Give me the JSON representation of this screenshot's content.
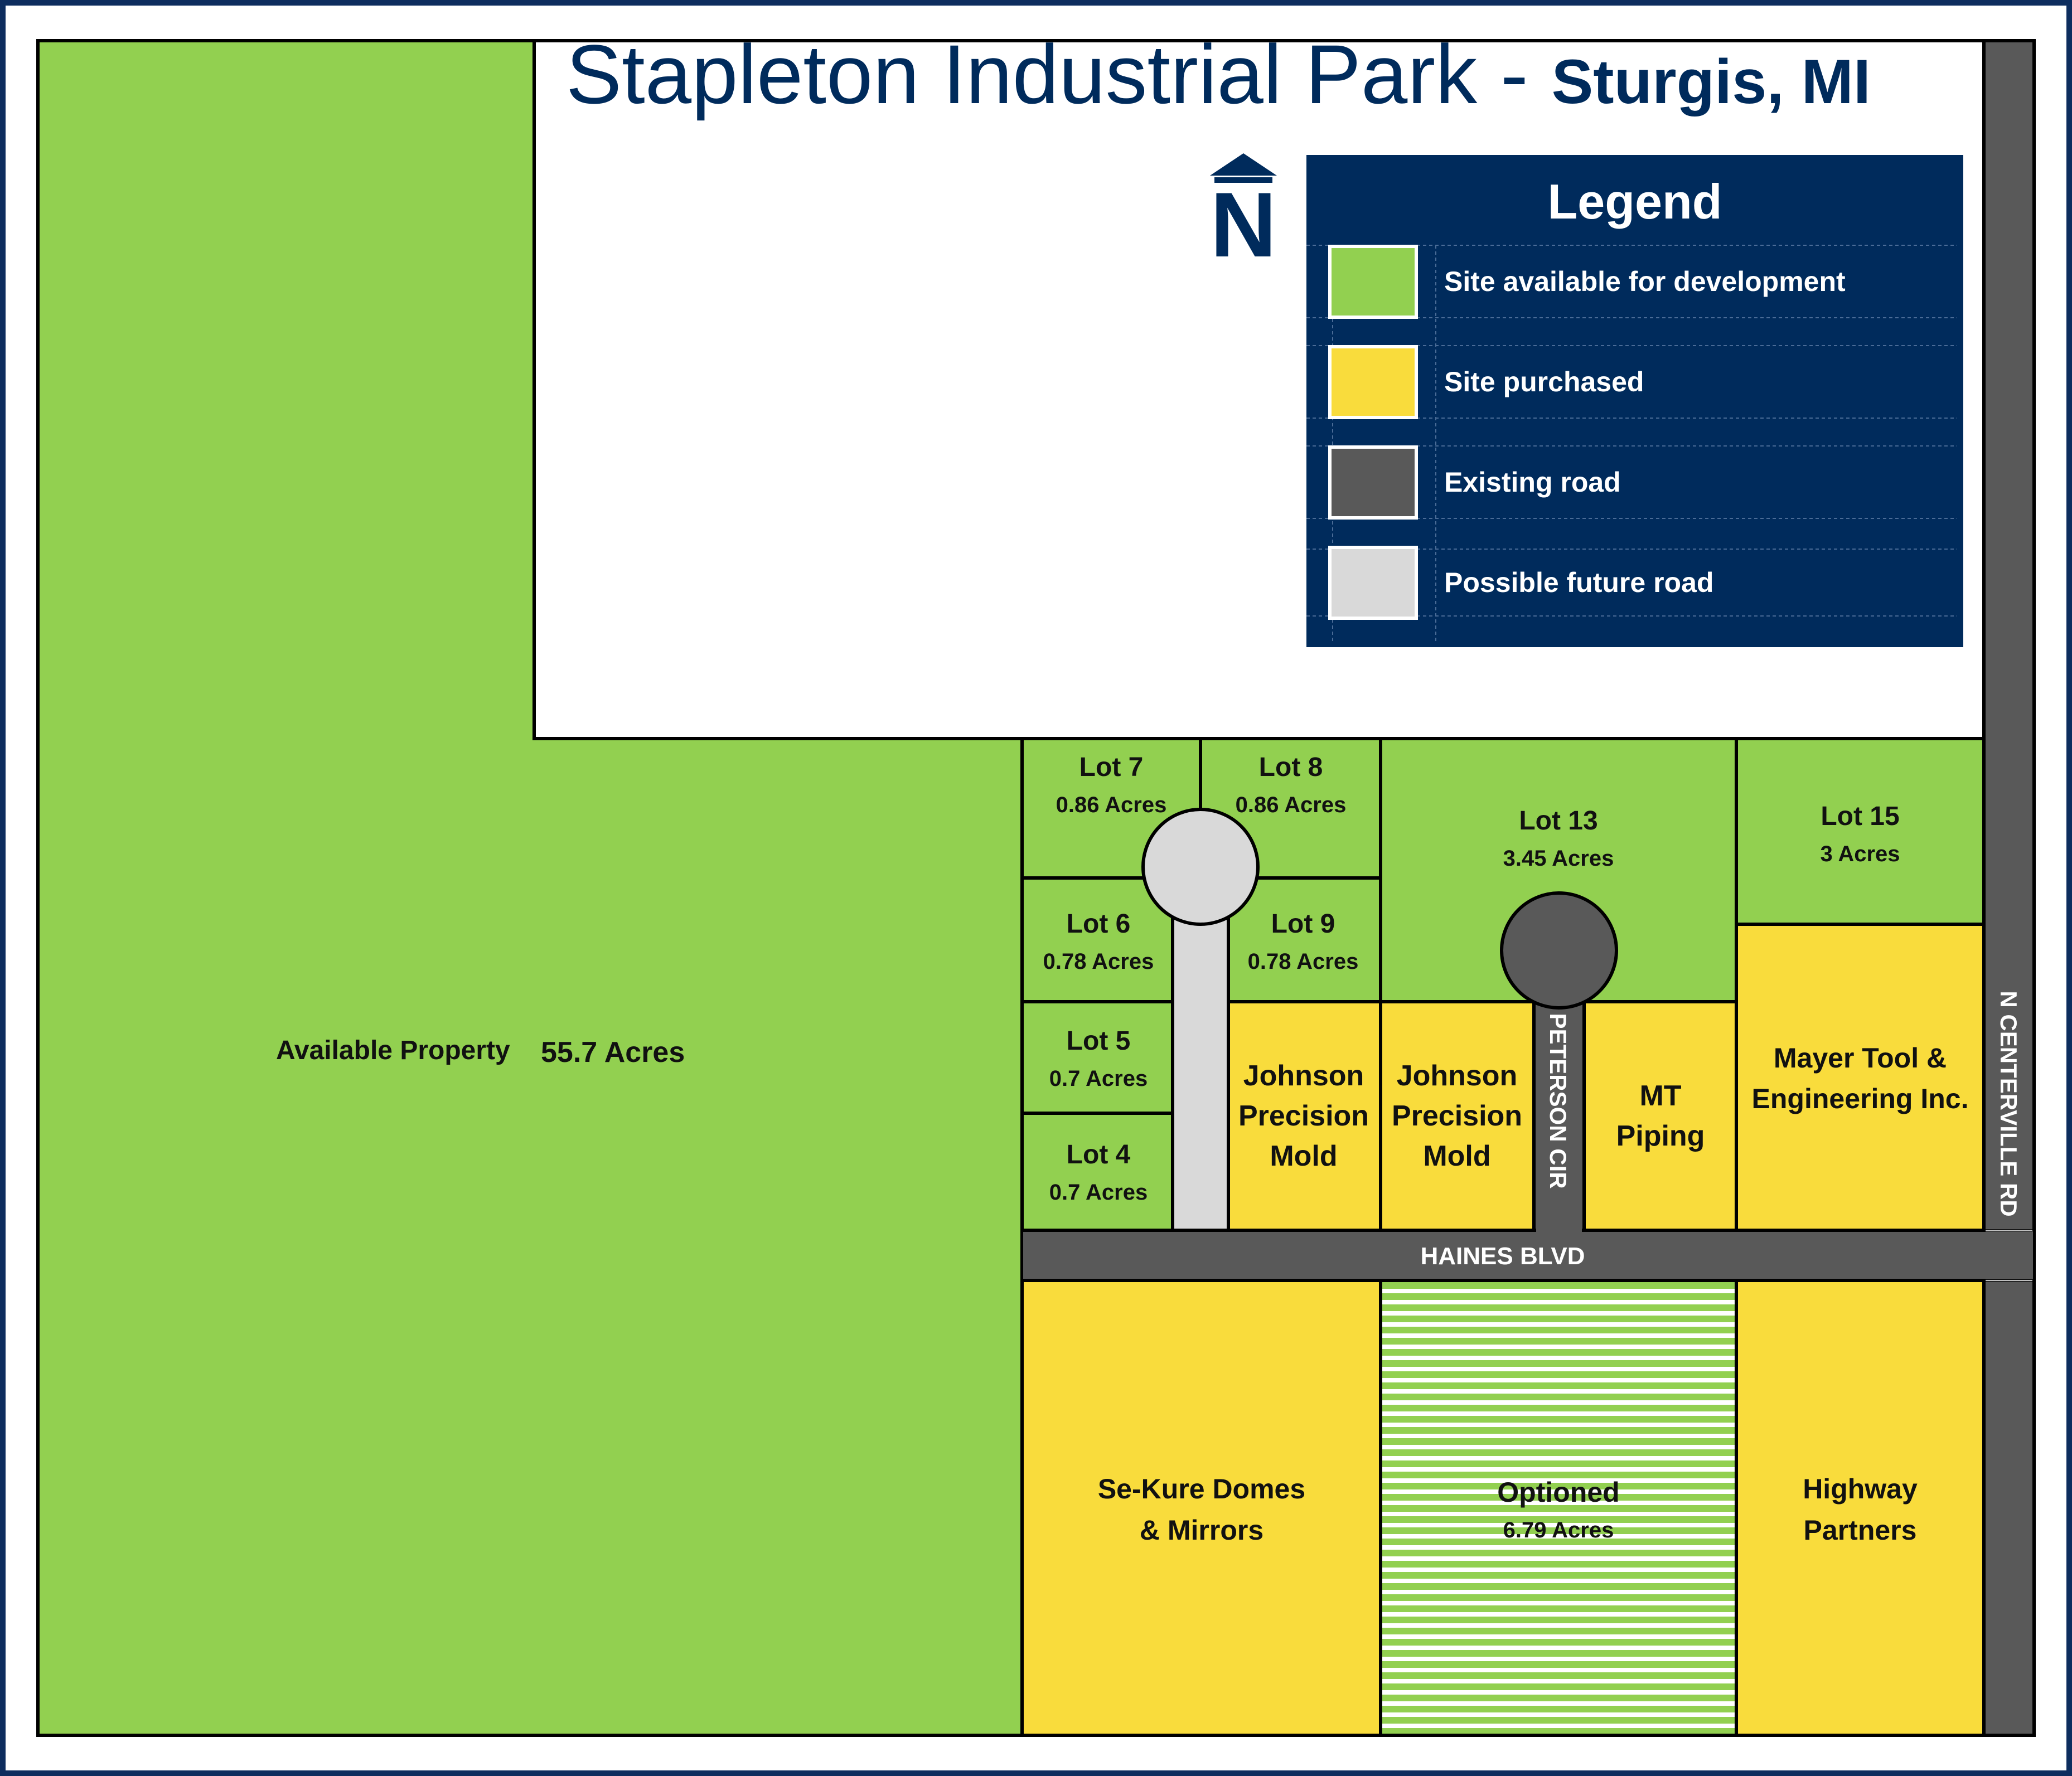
{
  "title": {
    "main": "Stapleton Industrial Park - ",
    "city": "Sturgis, MI"
  },
  "north_label": "N",
  "legend": {
    "title": "Legend",
    "items": [
      {
        "label": "Site available for development",
        "color": "#92d050"
      },
      {
        "label": "Site purchased",
        "color": "#f9dc3c"
      },
      {
        "label": "Existing road",
        "color": "#595959"
      },
      {
        "label": "Possible future road",
        "color": "#d9d9d9"
      }
    ]
  },
  "colors": {
    "frame": "#0d2d5e",
    "navy": "#002b5c",
    "available": "#92d050",
    "purchased": "#f9dc3c",
    "road": "#595959",
    "future_road": "#d9d9d9",
    "outline": "#000000"
  },
  "parcels": {
    "available_property": {
      "name": "Available Property",
      "acres": "55.7 Acres"
    },
    "lot7": {
      "name": "Lot 7",
      "acres": "0.86 Acres"
    },
    "lot8": {
      "name": "Lot 8",
      "acres": "0.86 Acres"
    },
    "lot6": {
      "name": "Lot 6",
      "acres": "0.78 Acres"
    },
    "lot9": {
      "name": "Lot 9",
      "acres": "0.78 Acres"
    },
    "lot5": {
      "name": "Lot 5",
      "acres": "0.7 Acres"
    },
    "lot4": {
      "name": "Lot 4",
      "acres": "0.7 Acres"
    },
    "lot13": {
      "name": "Lot 13",
      "acres": "3.45 Acres"
    },
    "lot15": {
      "name": "Lot 15",
      "acres": "3 Acres"
    },
    "johnson1": {
      "lines": [
        "Johnson",
        "Precision",
        "Mold"
      ]
    },
    "johnson2": {
      "lines": [
        "Johnson",
        "Precision",
        "Mold"
      ]
    },
    "mt_piping": {
      "lines": [
        "MT",
        "Piping"
      ]
    },
    "mayer": {
      "lines": [
        "Mayer Tool &",
        "Engineering Inc."
      ]
    },
    "sekure": {
      "lines": [
        "Se-Kure Domes",
        "& Mirrors"
      ]
    },
    "optioned": {
      "name": "Optioned",
      "acres": "6.79 Acres"
    },
    "highway": {
      "lines": [
        "Highway",
        "Partners"
      ]
    }
  },
  "roads": {
    "haines": "HAINES BLVD",
    "peterson": "PETERSON CIR",
    "centerville": "N CENTERVILLE RD"
  }
}
